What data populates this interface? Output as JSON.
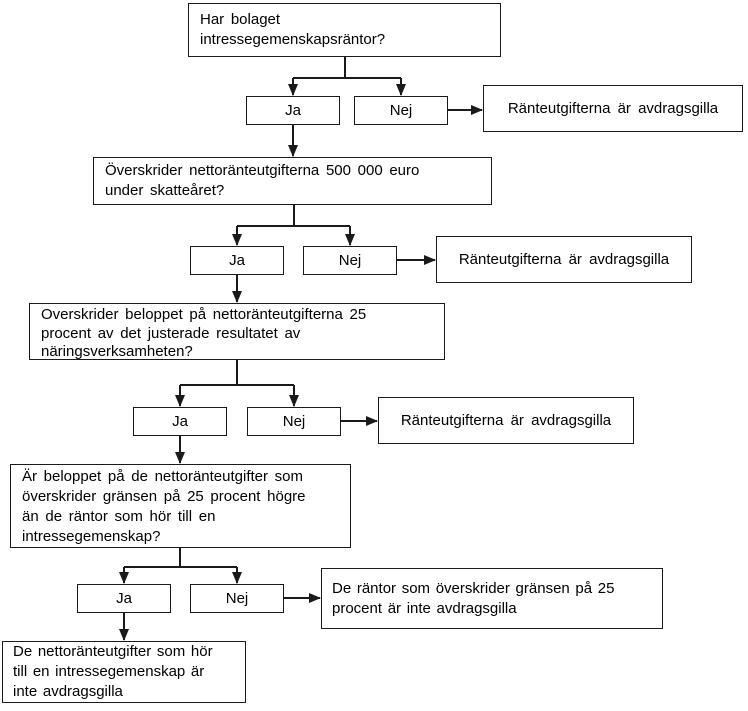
{
  "colors": {
    "line": "#1a1a1a",
    "box_border": "#1a1a1a",
    "background": "#ffffff",
    "text": "#000000"
  },
  "nodes": {
    "q1": "Har bolaget\nintressegemenskapsräntor?",
    "ja1": "Ja",
    "nej1": "Nej",
    "r1": "Ränteutgifterna är avdragsgilla",
    "q2": "Överskrider nettoränteutgifterna 500 000 euro\nunder skatteåret?",
    "ja2": "Ja",
    "nej2": "Nej",
    "r2": "Ränteutgifterna är avdragsgilla",
    "q3": "Overskrider beloppet på nettoränteutgifterna 25\nprocent av det justerade resultatet av\nnäringsverksamheten?",
    "ja3": "Ja",
    "nej3": "Nej",
    "r3": "Ränteutgifterna är avdragsgilla",
    "q4": "Är beloppet på de nettoränteutgifter som\növerskrider gränsen på 25 procent högre\nän de räntor som hör till en\nintressegemenskap?",
    "ja4": "Ja",
    "nej4": "Nej",
    "r4": "De räntor som överskrider gränsen på 25\nprocent är inte avdragsgilla",
    "r5": "De nettoränteutgifter som hör\ntill en intressegemenskap är\ninte avdragsgilla"
  }
}
